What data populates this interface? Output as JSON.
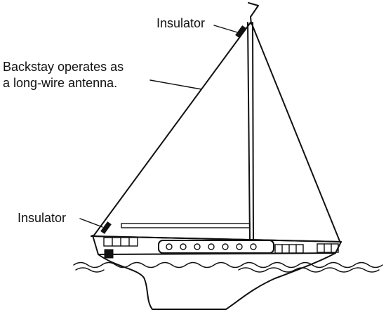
{
  "labels": {
    "top_insulator": "Insulator",
    "backstay_line1": "Backstay operates as",
    "backstay_line2": "a long-wire antenna.",
    "bottom_insulator": "Insulator"
  },
  "colors": {
    "ink": "#111111",
    "background": "#ffffff"
  },
  "icons": {
    "flag": "pennant-flag-icon",
    "insulator": "insulator-icon",
    "porthole": "porthole-icon"
  }
}
